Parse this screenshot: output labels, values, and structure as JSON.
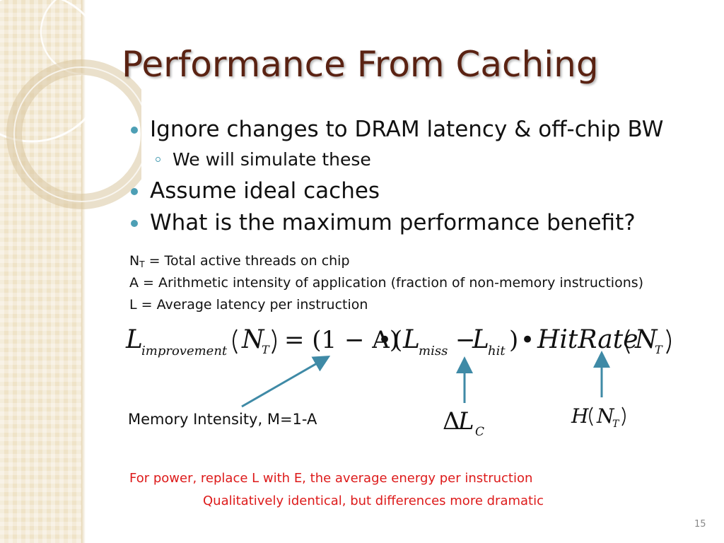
{
  "slide": {
    "title": "Performance From Caching",
    "bullets": [
      {
        "text": "Ignore changes to DRAM latency & off-chip BW",
        "level": 1
      },
      {
        "text": "We will simulate these",
        "level": 2
      },
      {
        "text": "Assume ideal caches",
        "level": 1
      },
      {
        "text": "What is the maximum performance benefit?",
        "level": 1
      }
    ],
    "definitions": {
      "nt_symbol": "N",
      "nt_sub": "T",
      "nt_text": " = Total active threads on chip",
      "a_text": "A = Arithmetic intensity of application (fraction of non-memory instructions)",
      "l_text": "L = Average latency per instruction"
    },
    "formula": {
      "l_letter": "L",
      "l_sub": "improvement",
      "n_letter": "N",
      "t_sub": "T",
      "one_minus_a": "= (1 − A)",
      "bullet": "•",
      "l_miss_sub": "miss",
      "minus": "−",
      "l_hit_sub": "hit",
      "close_paren": ")",
      "hitrate": "HitRate"
    },
    "annotations": {
      "memory_intensity": "Memory Intensity, M=1-A",
      "delta_symbol": "Δ",
      "delta_l": "L",
      "delta_sub": "C",
      "h_letter": "H"
    },
    "notes": {
      "power_note": "For power, replace L with E, the average energy per instruction",
      "qualitative_note": "Qualitatively identical, but differences more dramatic"
    },
    "page_number": "15",
    "colors": {
      "title": "#5a2212",
      "bullet": "#4d9fb5",
      "arrow": "#3f8aa6",
      "note": "#dd1a1a"
    }
  }
}
